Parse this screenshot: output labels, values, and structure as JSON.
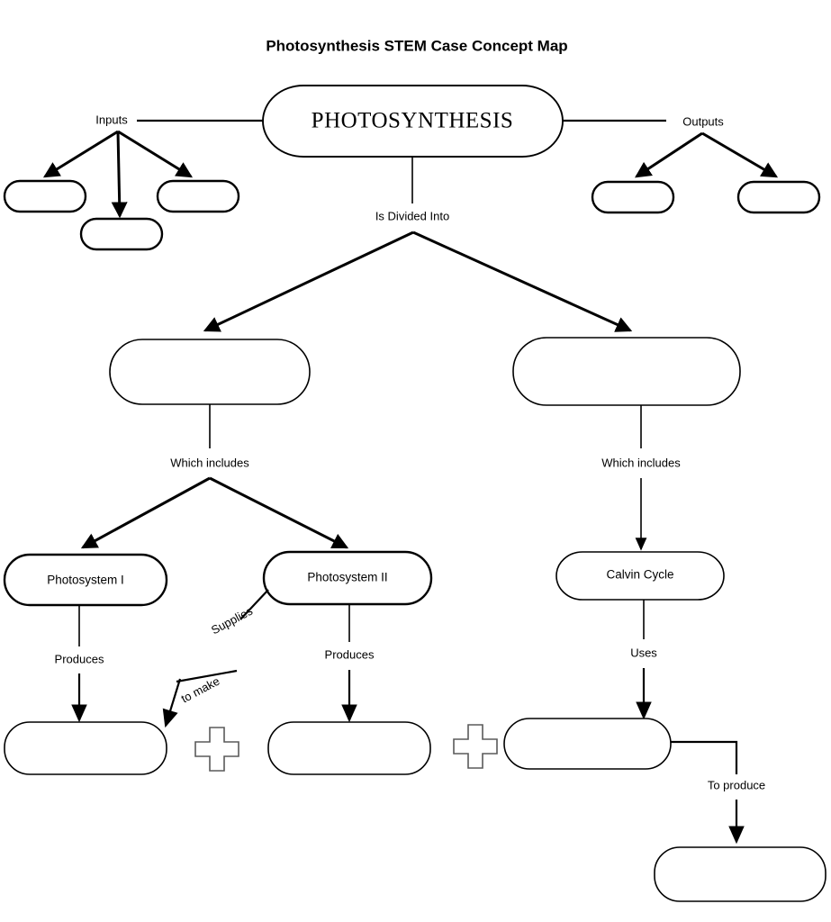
{
  "title": "Photosynthesis STEM Case Concept Map",
  "central_node": {
    "label": "PHOTOSYNTHESIS"
  },
  "branch_labels": {
    "inputs": "Inputs",
    "outputs": "Outputs",
    "is_divided_into": "Is Divided Into",
    "which_includes_left": "Which includes",
    "which_includes_right": "Which includes",
    "produces_left": "Produces",
    "produces_right": "Produces",
    "supplies": "Supplies",
    "to_make": "to make",
    "uses": "Uses",
    "to_produce": "To produce"
  },
  "nodes": {
    "input_box_1": "",
    "input_box_2": "",
    "input_box_3": "",
    "output_box_1": "",
    "output_box_2": "",
    "stage_left": "",
    "stage_right": "",
    "photosystem_1": "Photosystem I",
    "photosystem_2": "Photosystem II",
    "calvin_cycle": "Calvin Cycle",
    "product_left": "",
    "product_middle": "",
    "product_right": "",
    "final_product": ""
  },
  "operators": {
    "plus_1": "+",
    "plus_2": "+"
  },
  "colors": {
    "stroke": "#000000",
    "fill": "#ffffff",
    "plus_outline": "#5a5a5a"
  }
}
